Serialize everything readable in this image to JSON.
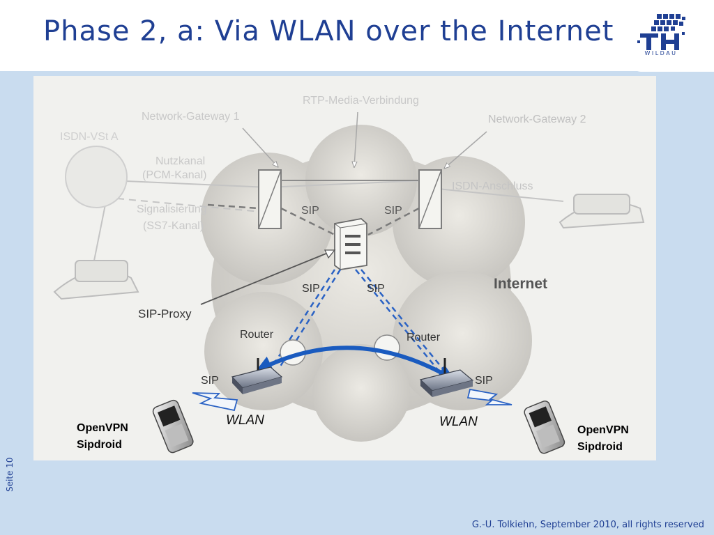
{
  "slide": {
    "title": "Phase 2, a: Via WLAN over the Internet",
    "slide_number": "Seite 10",
    "footer": "G.-U. Tolkiehn, September 2010, all rights reserved",
    "logo_text": "WILDAU",
    "colors": {
      "title": "#1f3f93",
      "background": "#c9dcef",
      "wlan_arrow": "#1a5bbf",
      "sip_link": "#2a62c4"
    }
  },
  "diagram": {
    "rtp_label": "RTP-Media-Verbindung",
    "gateway1_label": "Network-Gateway 1",
    "gateway2_label": "Network-Gateway 2",
    "isdn_vst_label": "ISDN-VSt A",
    "nutzkanal_label": "Nutzkanal",
    "pcm_label": "(PCM-Kanal)",
    "signalisierung_label": "Signalisierung",
    "ss7_label": "(SS7-Kanal)",
    "isdn_anschluss_label": "ISDN-Anschluss",
    "internet_label": "Internet",
    "sip_proxy_label": "SIP-Proxy",
    "sip_label": "SIP",
    "router_label": "Router",
    "wlan_label": "WLAN",
    "openvpn_label": "OpenVPN",
    "sipdroid_label": "Sipdroid"
  }
}
